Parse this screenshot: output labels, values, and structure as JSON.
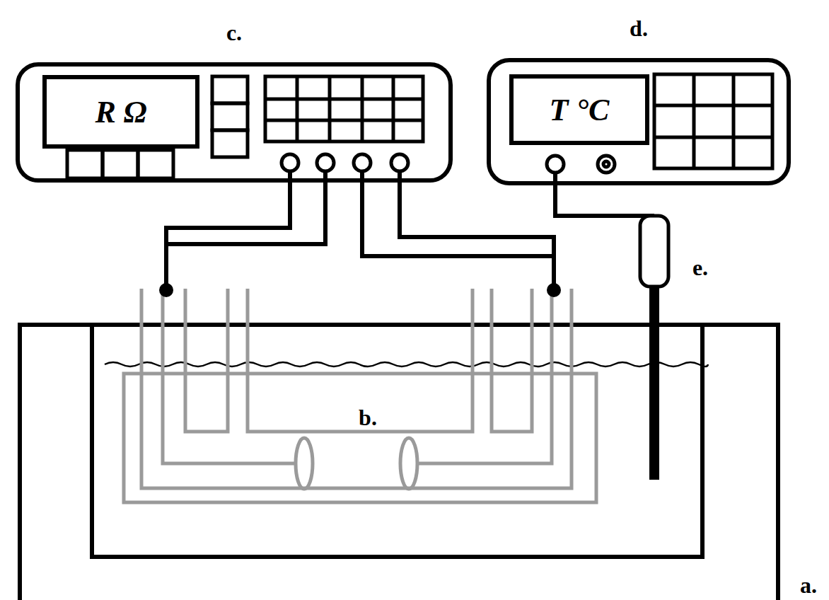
{
  "diagram": {
    "nodes": [
      {
        "text": [
          "c."
        ]
      },
      {
        "text": [
          "R Ω"
        ],
        "in": 0
      },
      {
        "text": [
          "d."
        ]
      },
      {
        "text": [
          "T °C"
        ],
        "in": 2
      }
    ],
    "labels": [
      "b.",
      "e.",
      "a."
    ]
  }
}
